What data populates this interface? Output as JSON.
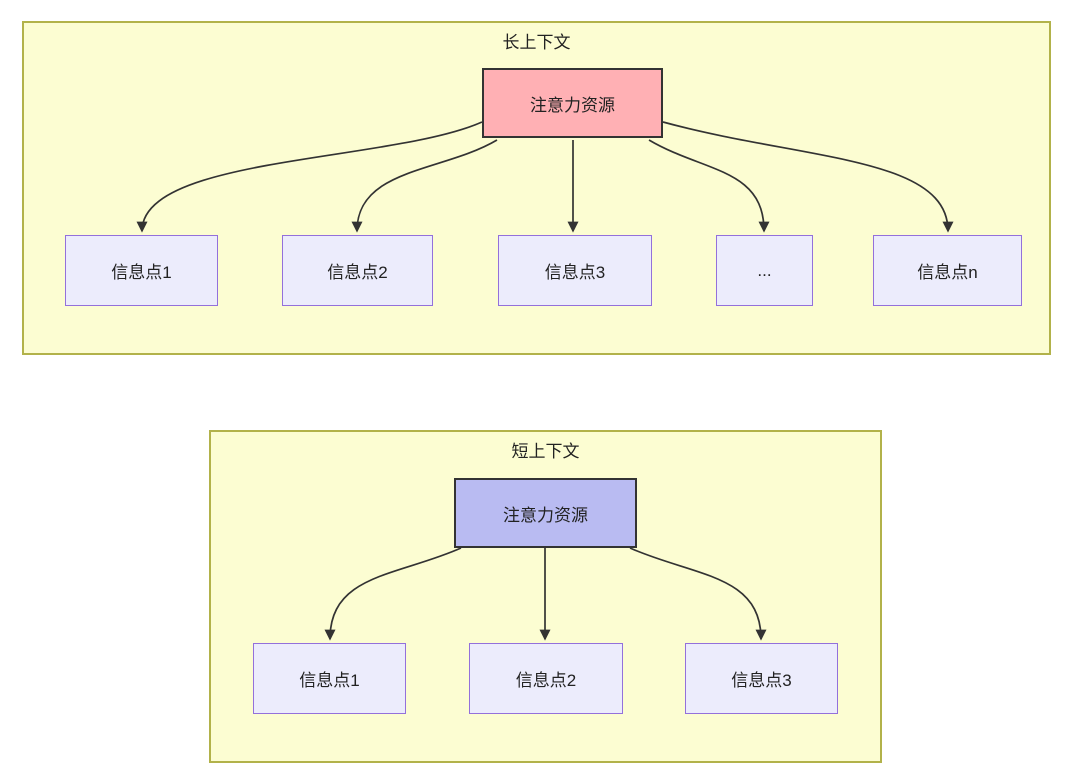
{
  "diagram": {
    "long_context": {
      "title": "长上下文",
      "source": {
        "label": "注意力资源"
      },
      "targets": [
        {
          "label": "信息点1"
        },
        {
          "label": "信息点2"
        },
        {
          "label": "信息点3"
        },
        {
          "label": "..."
        },
        {
          "label": "信息点n"
        }
      ],
      "edges": [
        {
          "from": "注意力资源",
          "to": "信息点1"
        },
        {
          "from": "注意力资源",
          "to": "信息点2"
        },
        {
          "from": "注意力资源",
          "to": "信息点3"
        },
        {
          "from": "注意力资源",
          "to": "..."
        },
        {
          "from": "注意力资源",
          "to": "信息点n"
        }
      ]
    },
    "short_context": {
      "title": "短上下文",
      "source": {
        "label": "注意力资源"
      },
      "targets": [
        {
          "label": "信息点1"
        },
        {
          "label": "信息点2"
        },
        {
          "label": "信息点3"
        }
      ],
      "edges": [
        {
          "from": "注意力资源",
          "to": "信息点1"
        },
        {
          "from": "注意力资源",
          "to": "信息点2"
        },
        {
          "from": "注意力资源",
          "to": "信息点3"
        }
      ]
    },
    "colors": {
      "container_fill": "#fcfdd2",
      "container_border": "#b2b24a",
      "long_source_fill": "#ffb0b4",
      "short_source_fill": "#b9bbf2",
      "source_border": "#333333",
      "target_fill": "#ececfc",
      "target_border": "#9370db",
      "arrow": "#333333"
    }
  }
}
